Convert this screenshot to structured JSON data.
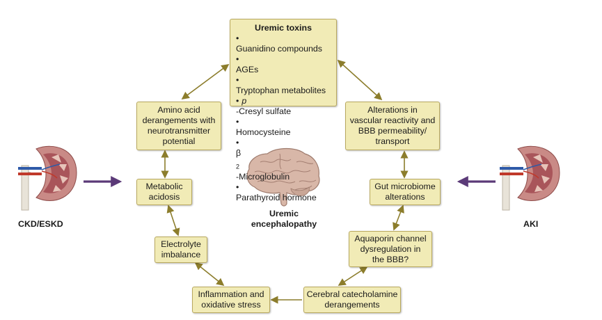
{
  "uremic_toxins": {
    "title": "Uremic toxins",
    "items": [
      {
        "pre": "",
        "em": "",
        "text": "Guanidino compounds",
        "sub": "",
        "post": ""
      },
      {
        "pre": "",
        "em": "",
        "text": "AGEs",
        "sub": "",
        "post": ""
      },
      {
        "pre": "",
        "em": "",
        "text": "Tryptophan metabolites",
        "sub": "",
        "post": ""
      },
      {
        "pre": "",
        "em": "p",
        "text": "-Cresyl sulfate",
        "sub": "",
        "post": ""
      },
      {
        "pre": "",
        "em": "",
        "text": "Homocysteine",
        "sub": "",
        "post": ""
      },
      {
        "pre": "",
        "em": "",
        "text": "β",
        "sub": "2",
        "post": "-Microglobulin"
      },
      {
        "pre": "",
        "em": "",
        "text": "Parathyroid hormone",
        "sub": "",
        "post": ""
      }
    ]
  },
  "left_boxes": {
    "amino_acid": [
      "Amino acid",
      "derangements with",
      "neurotransmitter",
      "potential"
    ],
    "metabolic_acidosis": [
      "Metabolic",
      "acidosis"
    ],
    "electrolyte": [
      "Electrolyte",
      "imbalance"
    ],
    "inflammation": [
      "Inflammation and",
      "oxidative stress"
    ]
  },
  "right_boxes": {
    "vascular": [
      "Alterations in",
      "vascular reactivity and",
      "BBB permeability/",
      "transport"
    ],
    "gut": [
      "Gut microbiome",
      "alterations"
    ],
    "aquaporin": [
      "Aquaporin channel",
      "dysregulation in",
      "the BBB?"
    ],
    "catecholamine": [
      "Cerebral catecholamine",
      "derangements"
    ]
  },
  "center_label": [
    "Uremic",
    "encephalopathy"
  ],
  "ckd_label": "CKD/ESKD",
  "aki_label": "AKI",
  "colors": {
    "box_fill": "#f1ebb6",
    "box_border": "#b8a85e",
    "cycle_arrow": "#8c7d2c",
    "input_arrow": "#5b3a78",
    "kidney_cortex": "#c98a86",
    "brain": "#d8b7a8"
  }
}
